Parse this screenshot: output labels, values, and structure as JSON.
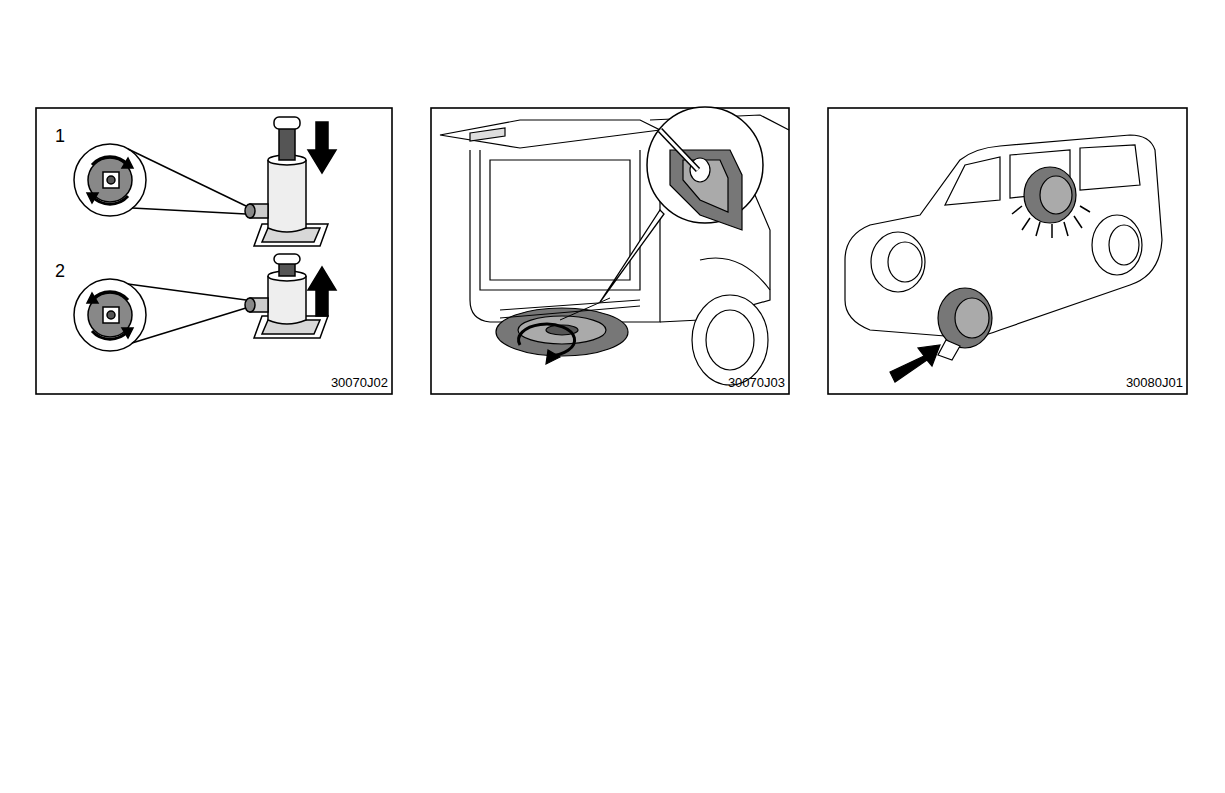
{
  "diagram": {
    "labels": [
      "1",
      "2",
      "30070J02",
      "30070J03",
      "30080J01"
    ]
  }
}
